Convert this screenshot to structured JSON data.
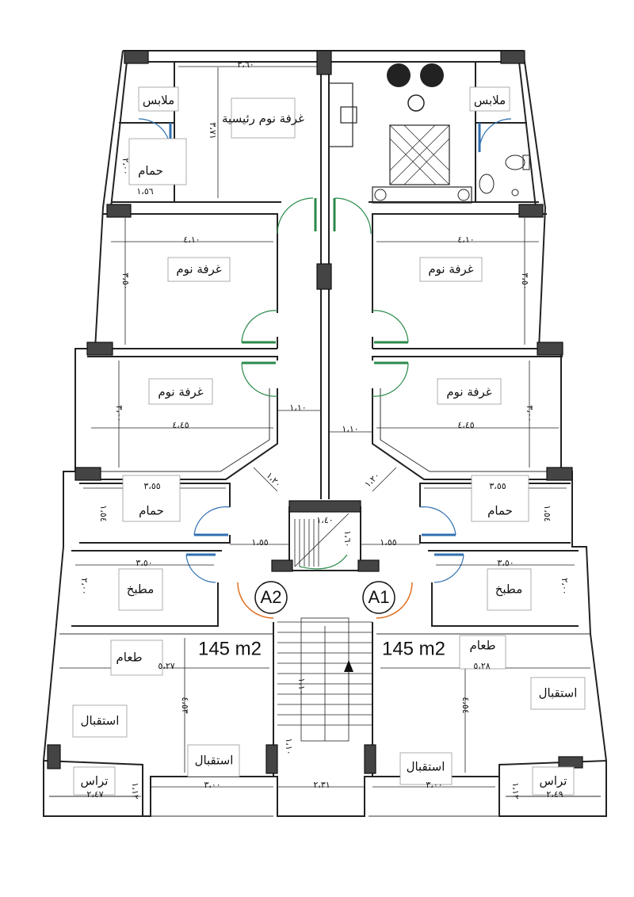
{
  "units": {
    "left": "A2",
    "right": "A1"
  },
  "areas": {
    "left": "145 m2",
    "right": "145 m2"
  },
  "rooms": {
    "master_bedroom": "غرفة نوم رئيسية",
    "dressing_left": "ملابس",
    "dressing_right": "ملابس",
    "bath_master": "حمام",
    "bedroom_tl": "غرفة نوم",
    "bedroom_tr": "غرفة نوم",
    "bedroom_ml": "غرفة نوم",
    "bedroom_mr": "غرفة نوم",
    "bath_l": "حمام",
    "bath_r": "حمام",
    "kitchen_l": "مطبخ",
    "kitchen_r": "مطبخ",
    "dining_l": "طعام",
    "dining_r": "طعام",
    "reception_l1": "استقبال",
    "reception_l2": "استقبال",
    "reception_r1": "استقبال",
    "reception_r2": "استقبال",
    "terrace_l": "تراس",
    "terrace_r": "تراس"
  },
  "dimensions": {
    "master_width": "٣،٦٠",
    "master_depth": "٣،٧١",
    "bath_master_depth": "٢،٠٠",
    "bath_master_width": "١،٥٦",
    "bed_tl_width": "٤،١٠",
    "bed_tl_depth": "٣،٥٠",
    "bed_tr_width": "٤،١٠",
    "bed_tr_depth": "٣،٥٠",
    "bed_ml_width": "٤،٤٥",
    "bed_ml_depth": "٣،٠٠",
    "bed_mr_width": "٤،٤٥",
    "bed_mr_depth": "٣،٠٠",
    "corridor_l": "١،١٠",
    "corridor_r": "١،١٠",
    "diag_l": "١،٢٠",
    "diag_r": "١،٢٠",
    "bath_l_width": "٣،٥٥",
    "bath_l_depth": "١،٥٤",
    "bath_r_width": "٣،٥٥",
    "bath_r_depth": "١،٥٤",
    "hall_l": "١،٥٥",
    "hall_r": "١،٥٥",
    "lift_a": "١،٤٠",
    "lift_b": "١،٦٠",
    "kitchen_l_width": "٣،٥٠",
    "kitchen_l_depth": "٢،٠٠",
    "kitchen_r_width": "٣،٥٠",
    "kitchen_r_depth": "٢،٠٠",
    "living_l_width": "٥،٢٧",
    "living_r_width": "٥،٢٨",
    "living_l_depth": "٤،٥٣",
    "living_r_depth": "٤،٥٤",
    "stair_width": "١،١٠",
    "stair_landing": "١،١٠",
    "front_l": "٣،٠٠",
    "front_mid": "٢،٣١",
    "front_r": "٣،٠٠",
    "terrace_l_width": "٢،٤٧",
    "terrace_r_width": "٢،٤٩",
    "terrace_l_depth": "١،١٢",
    "terrace_r_depth": "١،١٢"
  },
  "colors": {
    "wall": "#222222",
    "door_green": "#2a8a4a",
    "door_blue": "#3070b0",
    "door_orange": "#e07020"
  }
}
